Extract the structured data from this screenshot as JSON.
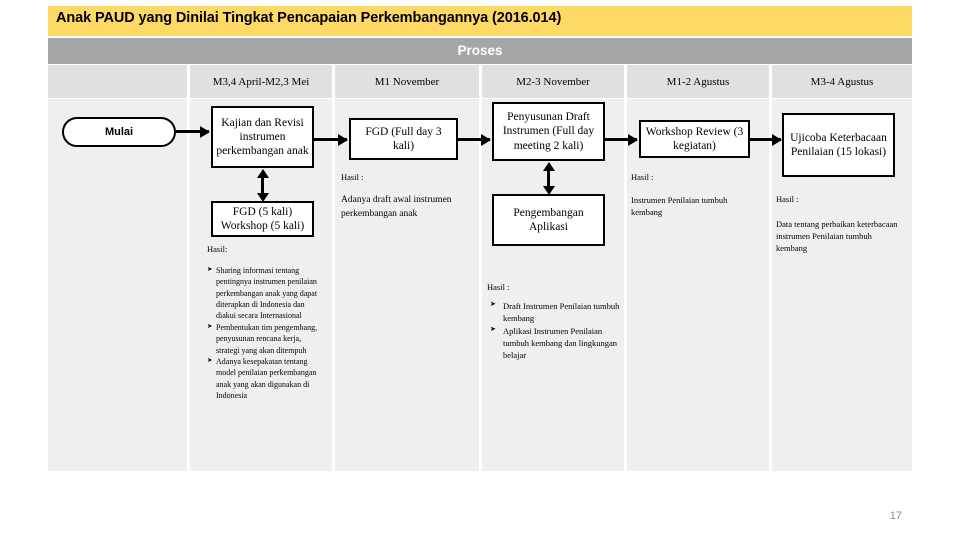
{
  "slide": {
    "title": "Anak PAUD yang Dinilai Tingkat Pencapaian Perkembangannya (2016.014)",
    "page_number": "17",
    "colors": {
      "title_bar": "#ffd966",
      "band": "#a6a6a6",
      "header_cell": "#e0e0e0",
      "body_cell": "#efefef",
      "page_number": "#8a8a8a"
    }
  },
  "table": {
    "band_label": "Proses",
    "columns": [
      {
        "header": ""
      },
      {
        "header": "M3,4 April-M2,3 Mei"
      },
      {
        "header": "M1 November"
      },
      {
        "header": "M2-3 November"
      },
      {
        "header": "M1-2 Agustus"
      },
      {
        "header": "M3-4 Agustus"
      }
    ]
  },
  "flow": {
    "start": {
      "label": "Mulai"
    },
    "col1": {
      "box_main": "Kajian dan Revisi instrumen perkembangan anak",
      "box_second": "FGD (5 kali) Workshop (5 kali)",
      "hasil_label": "Hasil:",
      "bullets": [
        "Sharing informasi tentang pentingnya instrumen penilaian perkembangan anak yang dapat diterapkan di Indonesia dan diakui secara Internasional",
        "Pembentukan tim pengembang, penyusunan rencana kerja, strategi yang akan ditempuh",
        "Adanya kesepakatan tentang model penilaian perkembangan anak yang akan digunakan di Indonesia"
      ]
    },
    "col2": {
      "box_main": "FGD (Full day 3 kali)",
      "hasil_label": "Hasil :",
      "hasil_text": "Adanya draft awal instrumen perkembangan anak"
    },
    "col3": {
      "box_main": "Penyusunan Draft Instrumen (Full day meeting 2 kali)",
      "box_second": "Pengembangan Aplikasi",
      "hasil_label": "Hasil :",
      "bullets": [
        "Draft Instrumen Penilaian tumbuh kembang",
        "Aplikasi Instrumen Penilaian tumbuh kembang dan lingkungan belajar"
      ]
    },
    "col4": {
      "box_main": "Workshop Review (3 kegiatan)",
      "hasil_label": "Hasil :",
      "hasil_text": "Instrumen Penilaian tumbuh kembang"
    },
    "col5": {
      "box_main": "Ujicoba Keterbacaan Penilaian (15 lokasi)",
      "hasil_label": "Hasil :",
      "hasil_text": "Data tentang perbaikan keterbacaan instrumen Penilaian tumbuh kembang"
    }
  }
}
